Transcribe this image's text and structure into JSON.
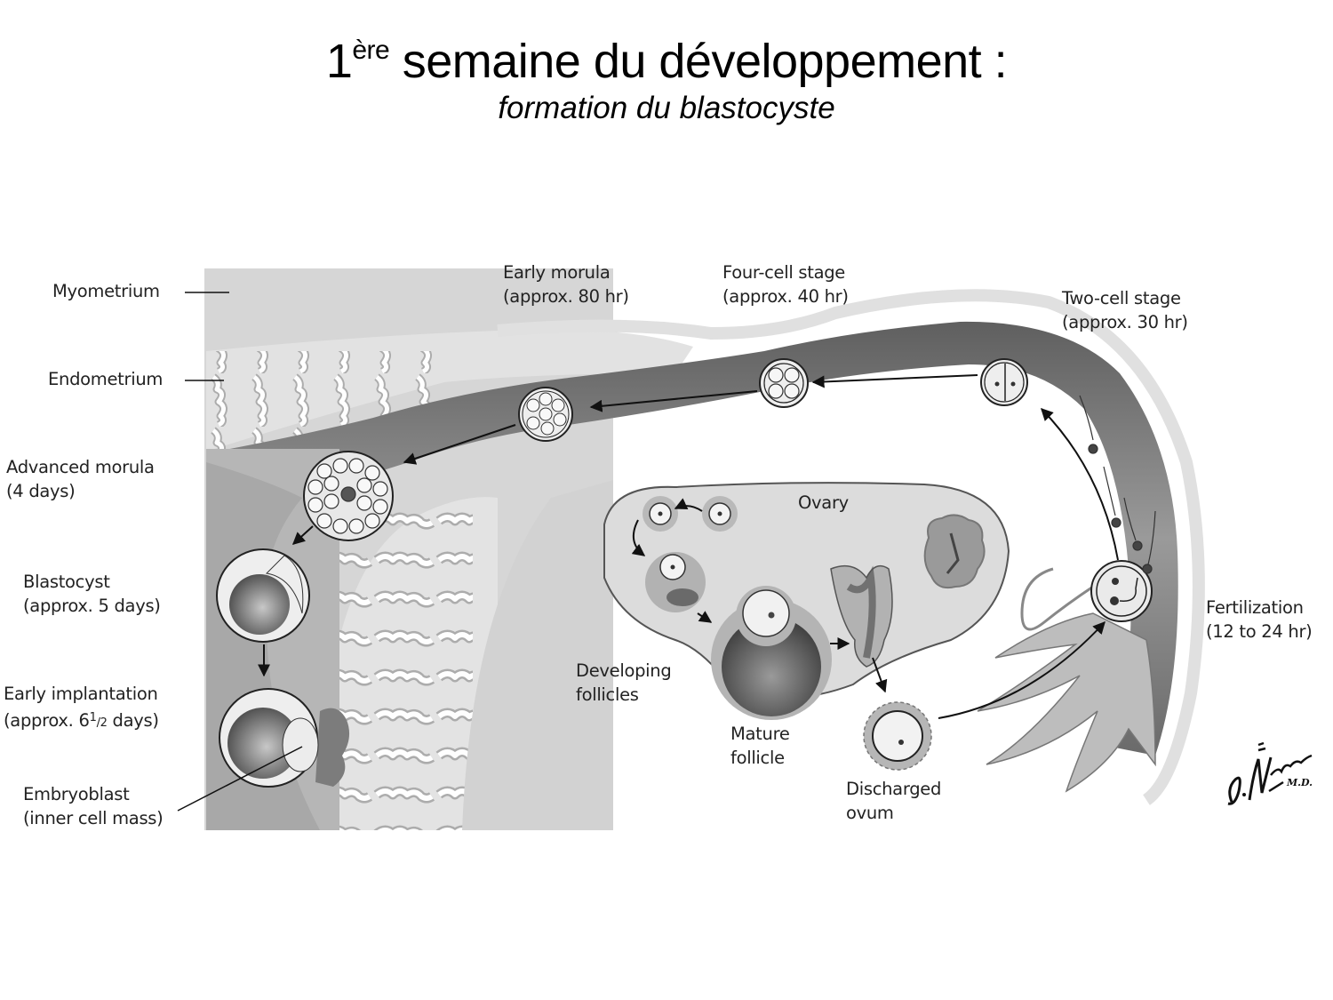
{
  "slide": {
    "title_prefix": "1",
    "title_superscript": "ère",
    "title_main": " semaine du développement :",
    "subtitle": "formation du blastocyste"
  },
  "figure": {
    "labels": {
      "myometrium": "Myometrium",
      "endometrium": "Endometrium",
      "advanced_morula": {
        "line1": "Advanced morula",
        "line2": "(4 days)"
      },
      "blastocyst": {
        "line1": "Blastocyst",
        "line2": "(approx. 5 days)"
      },
      "early_implantation": {
        "line1": "Early implantation",
        "line2_prefix": "(approx. 6",
        "line2_frac_num": "1",
        "line2_frac_den": "/2",
        "line2_suffix": " days)"
      },
      "embryoblast": {
        "line1": "Embryoblast",
        "line2": "(inner cell mass)"
      },
      "early_morula": {
        "line1": "Early morula",
        "line2": "(approx. 80 hr)"
      },
      "four_cell": {
        "line1": "Four-cell stage",
        "line2": "(approx. 40 hr)"
      },
      "two_cell": {
        "line1": "Two-cell stage",
        "line2": "(approx. 30 hr)"
      },
      "ovary": "Ovary",
      "developing_follicles": {
        "line1": "Developing",
        "line2": "follicles"
      },
      "mature_follicle": {
        "line1": "Mature",
        "line2": "follicle"
      },
      "discharged_ovum": {
        "line1": "Discharged",
        "line2": "ovum"
      },
      "fertilization": {
        "line1": "Fertilization",
        "line2": "(12 to 24 hr)"
      }
    },
    "signature": "F. Netter M.D.",
    "colors": {
      "tissue_light": "#d9d9d9",
      "tissue_mid": "#bdbdbd",
      "lumen_dark": "#7a7a7a",
      "cell_fill": "#f4f4f4",
      "outline": "#2a2a2a"
    }
  }
}
